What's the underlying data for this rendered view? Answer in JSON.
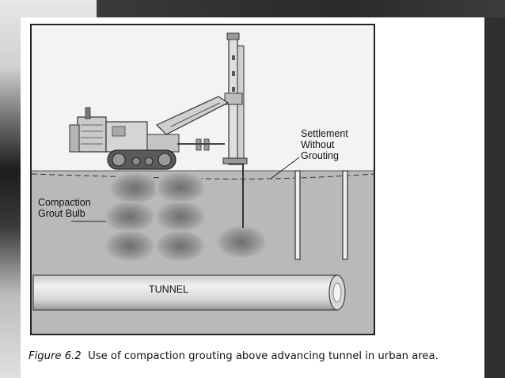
{
  "diagram": {
    "labels": {
      "settlement_line1": "Settlement",
      "settlement_line2": "Without",
      "settlement_line3": "Grouting",
      "compaction_line1": "Compaction",
      "compaction_line2": "Grout Bulb",
      "tunnel": "TUNNEL"
    }
  },
  "caption": {
    "figure_label": "Figure",
    "figure_number": "6.2",
    "text": "Use of compaction grouting above advancing tunnel in urban area."
  },
  "colors": {
    "ground": "#b9b9b9",
    "sky": "#f4f4f4",
    "bulb": "#8d8d8d",
    "tunnel": "#dcdcdc"
  }
}
